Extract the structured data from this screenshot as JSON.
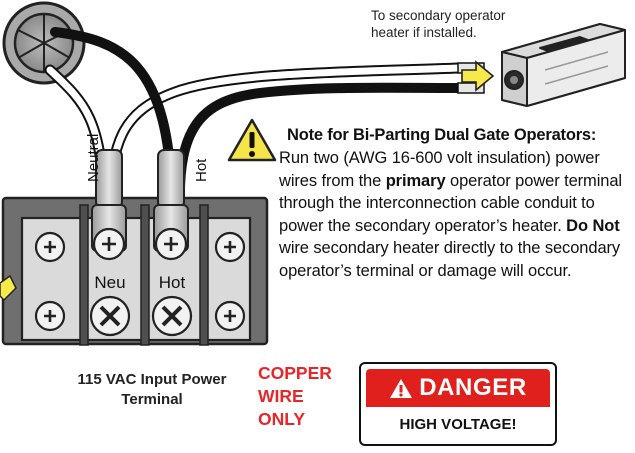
{
  "secondary_label": {
    "line1": "To secondary operator",
    "line2": "heater if installed."
  },
  "wire_labels": {
    "neutral": "Neutral",
    "hot": "Hot"
  },
  "terminal": {
    "neu": "Neu",
    "hot": "Hot",
    "caption_line1": "115 VAC Input Power",
    "caption_line2": "Terminal"
  },
  "copper_wire": {
    "line1": "COPPER",
    "line2": "WIRE",
    "line3": "ONLY",
    "color": "#e8262a"
  },
  "note": {
    "title": "Note for Bi-Parting Dual Gate Operators:",
    "p1": "Run two (AWG 16-600 volt insulation) power wires from the ",
    "p1_bold": "primary",
    "p2": " operator power terminal through the interconnection cable conduit to power the secondary operator’s heater. ",
    "p2_bold": "Do Not",
    "p3": " wire secondary heater directly to the secondary operator’s terminal or damage will occur."
  },
  "danger_sign": {
    "header": "DANGER",
    "sub": "HIGH VOLTAGE!",
    "color": "#e0201c"
  },
  "colors": {
    "arrow_fill": "#f6ea4a",
    "terminal_body": "#6f6f6f",
    "terminal_plate": "#d5d5d5"
  }
}
